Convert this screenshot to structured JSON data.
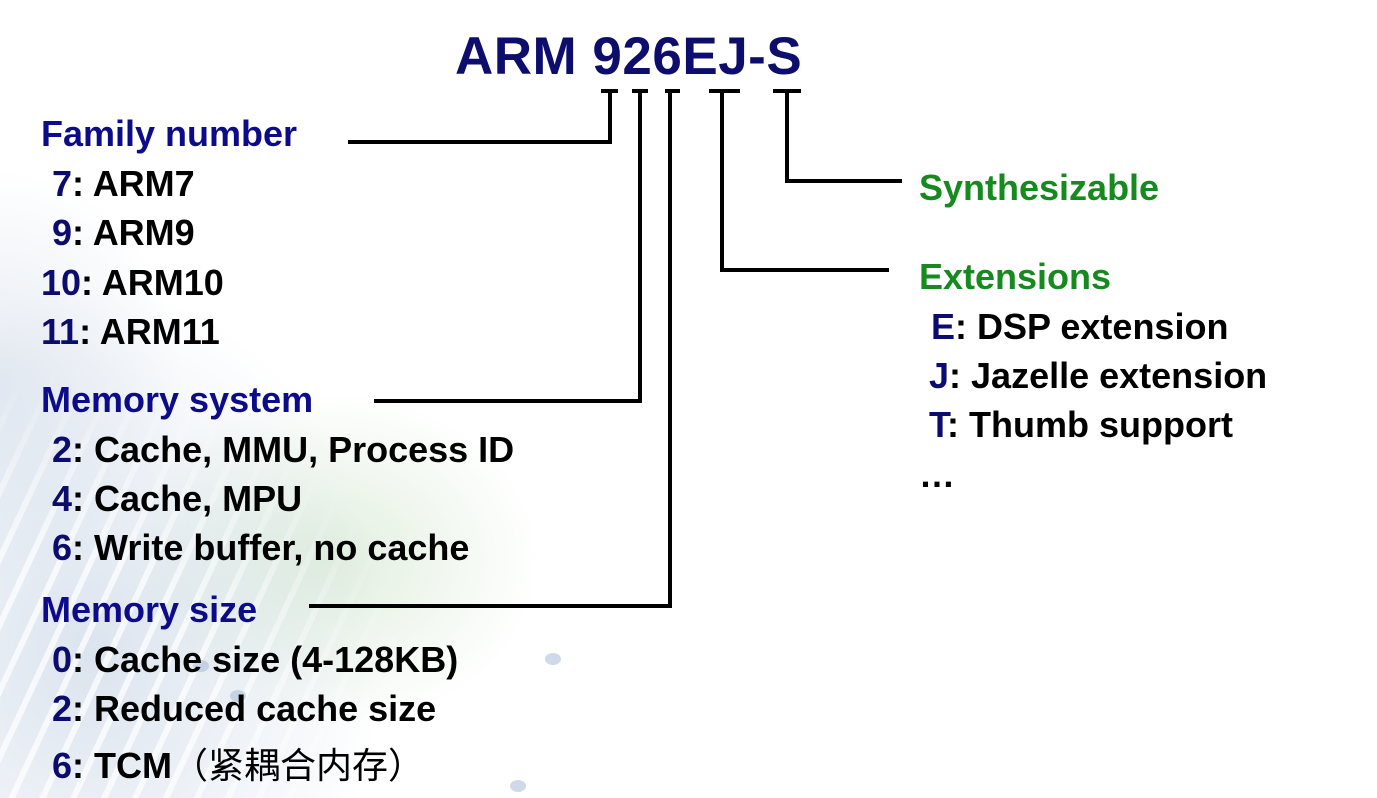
{
  "title": "ARM 926EJ-S",
  "sections": {
    "family": {
      "heading": "Family number",
      "items": [
        {
          "key": "7",
          "sep": ": ",
          "value": "ARM7"
        },
        {
          "key": "9",
          "sep": ": ",
          "value": "ARM9"
        },
        {
          "key": "10",
          "sep": ": ",
          "value": "ARM10"
        },
        {
          "key": "11",
          "sep": ": ",
          "value": "ARM11"
        }
      ]
    },
    "memory_system": {
      "heading": "Memory system",
      "items": [
        {
          "key": "2",
          "sep": ": ",
          "value": "Cache, MMU, Process ID"
        },
        {
          "key": "4",
          "sep": ": ",
          "value": "Cache, MPU"
        },
        {
          "key": "6",
          "sep": ": ",
          "value": "Write buffer, no cache"
        }
      ]
    },
    "memory_size": {
      "heading": "Memory size",
      "items": [
        {
          "key": "0",
          "sep": ": ",
          "value": "Cache size (4-128KB)"
        },
        {
          "key": "2",
          "sep": ": ",
          "value": "Reduced cache size"
        },
        {
          "key": "6",
          "sep": ": ",
          "value": "TCM",
          "note": "（紧耦合内存）"
        }
      ]
    },
    "synthesizable": {
      "heading": "Synthesizable"
    },
    "extensions": {
      "heading": "Extensions",
      "items": [
        {
          "key": "E",
          "sep": ": ",
          "value": "DSP extension"
        },
        {
          "key": "J",
          "sep": ": ",
          "value": "Jazelle extension"
        },
        {
          "key": "T",
          "sep": ": ",
          "value": "Thumb support"
        }
      ],
      "ellipsis": "…"
    }
  },
  "colors": {
    "title": "#0d0d6e",
    "heading_blue": "#0c0c8a",
    "heading_green": "#168a1e",
    "key": "#0c0c6e",
    "text": "#000000",
    "connector": "#000000"
  }
}
